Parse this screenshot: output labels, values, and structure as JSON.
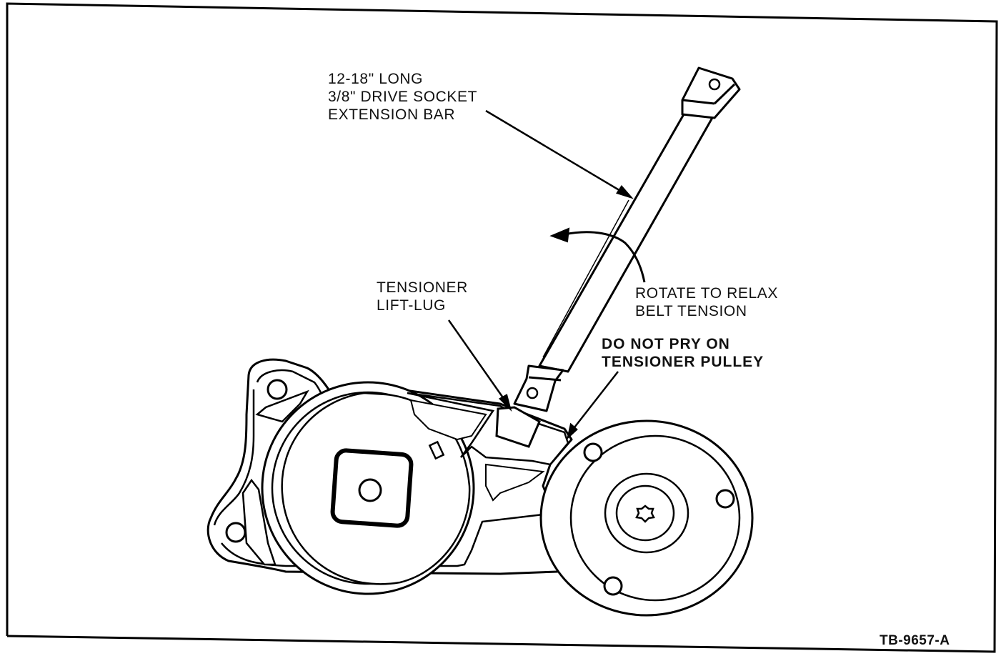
{
  "labels": {
    "extension_bar": [
      "12-18\" LONG",
      "3/8\" DRIVE SOCKET",
      "EXTENSION BAR"
    ],
    "lift_lug": [
      "TENSIONER",
      "LIFT-LUG"
    ],
    "rotate": [
      "ROTATE TO RELAX",
      "BELT TENSION"
    ],
    "warning": [
      "DO NOT PRY ON",
      "TENSIONER PULLEY"
    ]
  },
  "figure_id": "TB-9657-A"
}
